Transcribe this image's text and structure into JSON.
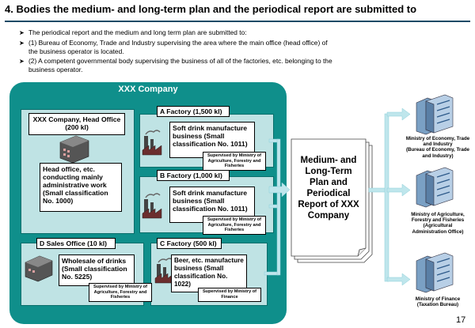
{
  "title": "4. Bodies the medium- and long-term plan and the periodical report are submitted to",
  "bullets": [
    {
      "lines": [
        "The periodical report and the medium and long term plan are submitted to:"
      ]
    },
    {
      "lines": [
        "(1) Bureau of Economy, Trade and Industry supervising the area where the main office (head office) of",
        "the business operator is located."
      ]
    },
    {
      "lines": [
        "(2) A competent governmental body supervising the business of all of the factories, etc. belonging to the",
        "business operator."
      ]
    }
  ],
  "company": {
    "title": "XXX Company",
    "head_office": {
      "label": "XXX Company, Head Office (200 kl)",
      "business": "Head office, etc. conducting mainly administrative work (Small classification No. 1000)"
    },
    "factory_a": {
      "label": "A Factory (1,500 kl)",
      "business": "Soft drink manufacture business (Small classification No. 1011)",
      "supervised": "Supervised by Ministry of Agriculture, Forestry and Fisheries"
    },
    "factory_b": {
      "label": "B Factory (1,000 kl)",
      "business": "Soft drink manufacture business (Small classification No. 1011)",
      "supervised": "Supervised by Ministry of Agriculture, Forestry and Fisheries"
    },
    "factory_c": {
      "label": "C Factory (500 kl)",
      "business": "Beer, etc. manufacture business (Small classification No. 1022)",
      "supervised": "Supervised by Ministry of Finance"
    },
    "sales_office": {
      "label": "D Sales Office (10 kl)",
      "business": "Wholesale of drinks (Small classification No. 5225)",
      "supervised": "Supervised by Ministry of Agriculture, Forestry and Fisheries"
    }
  },
  "report": {
    "lines": [
      "Medium- and",
      "Long-Term",
      "Plan and",
      "Periodical",
      "Report of XXX",
      "Company"
    ]
  },
  "ministries": [
    {
      "lines": [
        "Ministry of Economy, Trade",
        "and Industry",
        "(Bureau of Economy, Trade",
        "and Industry)"
      ]
    },
    {
      "lines": [
        "Ministry of Agriculture,",
        "Forestry and Fisheries",
        "(Agricultural",
        "Administration Office)"
      ]
    },
    {
      "lines": [
        "Ministry of Finance",
        "(Taxation Bureau)"
      ]
    }
  ],
  "page_number": "17",
  "colors": {
    "company_bg": "#0f8f8b",
    "panel_bg": "#bfe3e4",
    "arrow": "#bfe6ec",
    "title_rule": "#1b4a66"
  }
}
